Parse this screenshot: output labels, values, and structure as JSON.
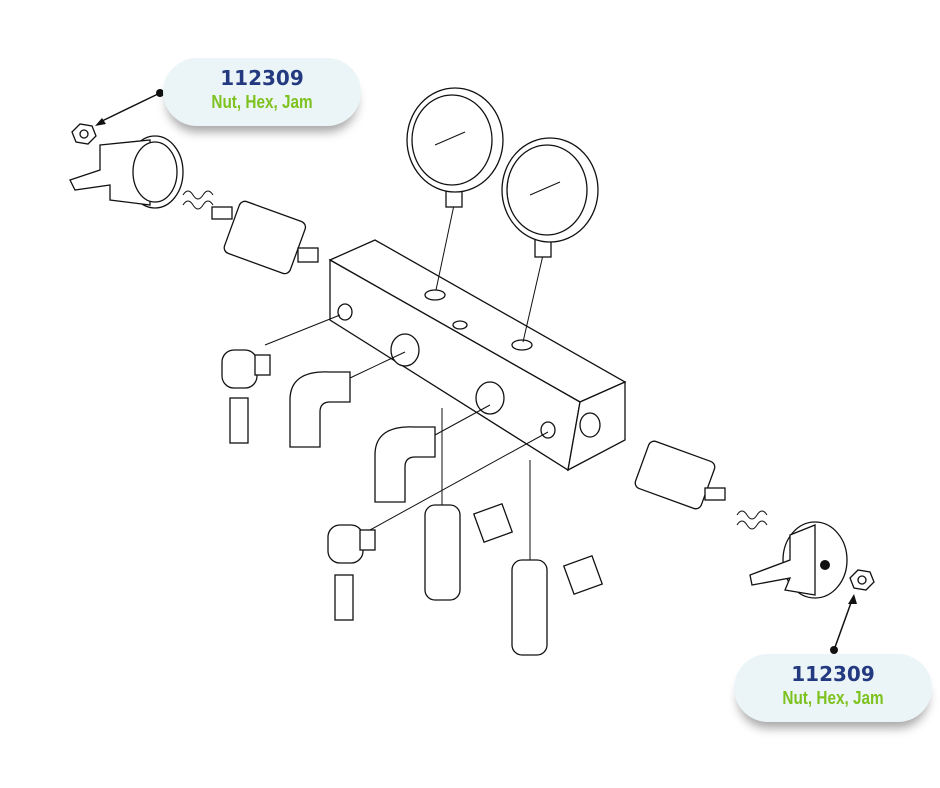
{
  "callouts": [
    {
      "part_number": "112309",
      "description": "Nut, Hex, Jam"
    },
    {
      "part_number": "112309",
      "description": "Nut, Hex, Jam"
    }
  ],
  "colors": {
    "part_number": "#243a80",
    "description": "#7dc21e",
    "callout_bg": "#ebf5f7"
  }
}
